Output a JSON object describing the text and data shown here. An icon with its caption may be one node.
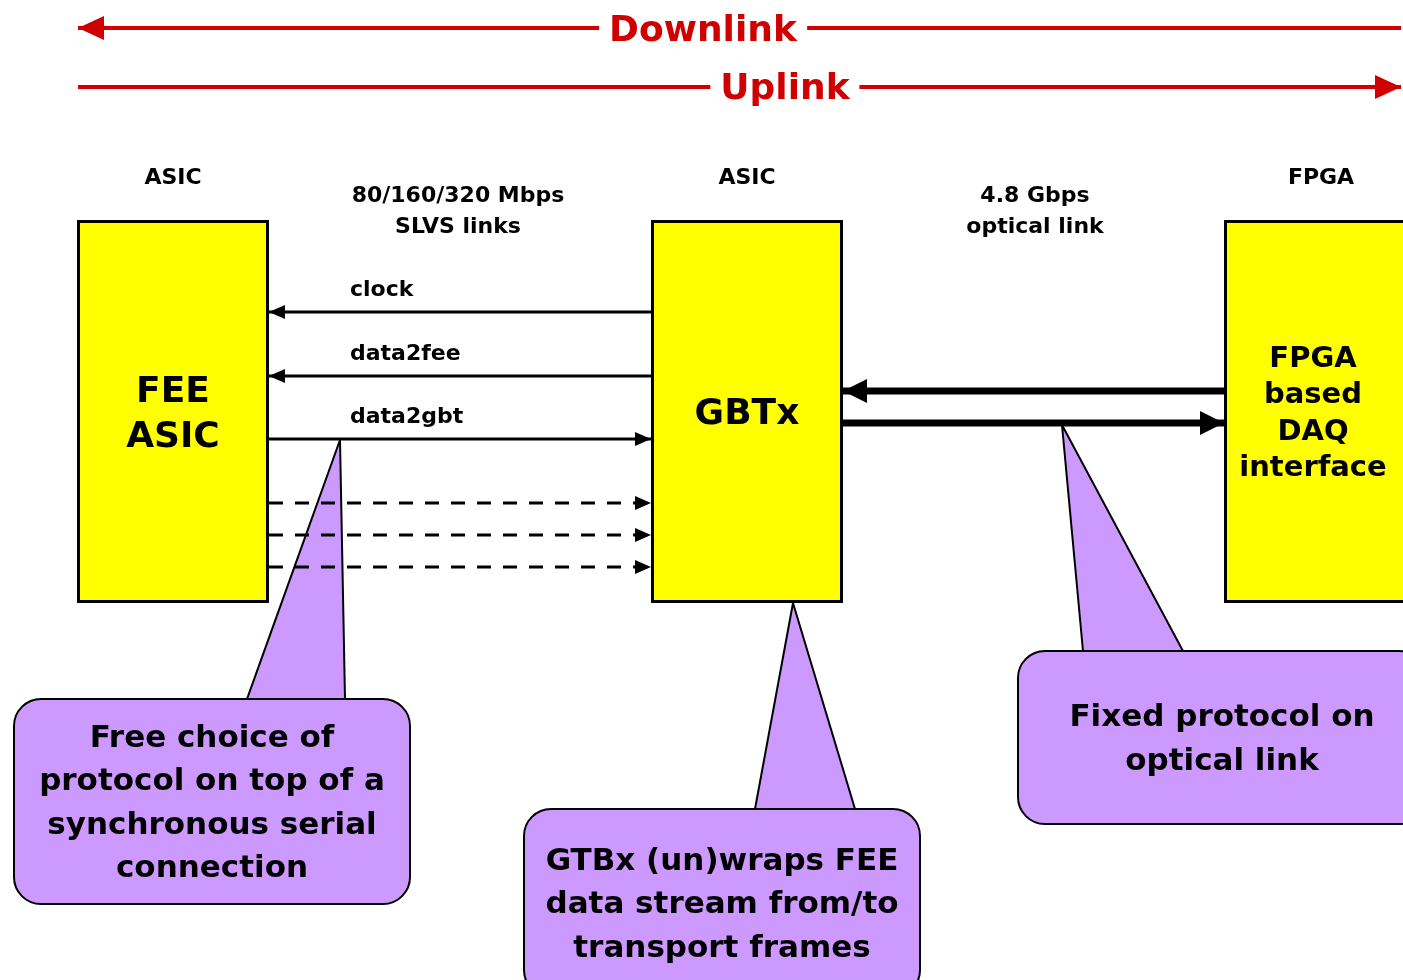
{
  "diagram": {
    "nodes": [
      {
        "text": [
          "FEE ASIC"
        ],
        "beside": [
          "ASIC"
        ]
      },
      {
        "text": [
          "GBTx"
        ],
        "beside": [
          "ASIC"
        ]
      },
      {
        "text": [
          "FPGA based DAQ interface"
        ],
        "beside": [
          "FPGA"
        ]
      },
      {
        "text": [
          "Free choice of protocol on top of a synchronous serial connection"
        ]
      },
      {
        "text": [
          "GTBx (un)wraps FEE data stream from/to transport frames"
        ]
      },
      {
        "text": [
          "Fixed protocol on optical link"
        ]
      }
    ],
    "edges": [
      {
        "from": 1,
        "to": 0,
        "arrow": "to",
        "label": "clock"
      },
      {
        "from": 1,
        "to": 0,
        "arrow": "to",
        "label": "data2fee"
      },
      {
        "from": 0,
        "to": 1,
        "arrow": "to",
        "label": "data2gbt"
      },
      {
        "from": 0,
        "to": 1,
        "arrow": "to",
        "style": "dashed"
      },
      {
        "from": 0,
        "to": 1,
        "arrow": "to",
        "style": "dashed"
      },
      {
        "from": 0,
        "to": 1,
        "arrow": "to",
        "style": "dashed"
      },
      {
        "from": 2,
        "to": 1,
        "arrow": "to",
        "style": "thick"
      },
      {
        "from": 1,
        "to": 2,
        "arrow": "to",
        "style": "thick"
      },
      {
        "from": 3,
        "to": null,
        "arrow": "to"
      },
      {
        "from": 4,
        "to": 1,
        "arrow": "to"
      },
      {
        "from": 5,
        "to": null,
        "arrow": "to"
      }
    ],
    "labels": [
      "Downlink",
      "Uplink",
      "80/160/320 Mbps SLVS links",
      "4.8 Gbps optical link"
    ]
  }
}
